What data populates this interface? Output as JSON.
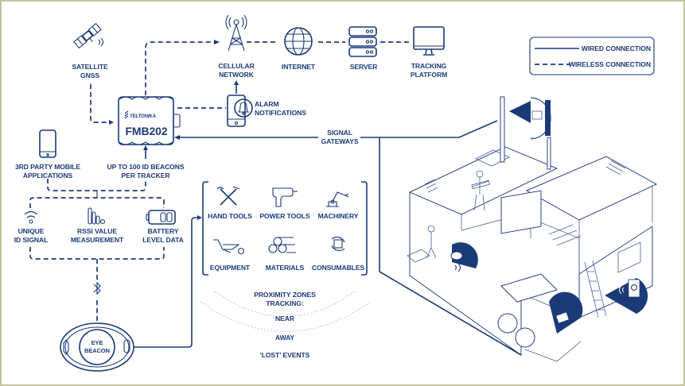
{
  "diagram": {
    "colors": {
      "primary": "#1b3a78",
      "frame": "#c5c39a",
      "dots": "#9aa3b8"
    },
    "legend": {
      "wired_label": "WIRED CONNECTION",
      "wireless_label": "WIRELESS CONNECTION"
    },
    "nodes": {
      "satellite": {
        "line1": "SATELLITE",
        "line2": "GNSS",
        "icon": "satellite-icon"
      },
      "cellular": {
        "line1": "CELLULAR",
        "line2": "NETWORK",
        "icon": "cell-tower-icon"
      },
      "internet": {
        "line1": "INTERNET",
        "icon": "globe-icon"
      },
      "server": {
        "line1": "SERVER",
        "icon": "server-icon"
      },
      "tracking": {
        "line1": "TRACKING",
        "line2": "PLATFORM",
        "icon": "monitor-icon"
      },
      "alarm": {
        "line1": "ALARM",
        "line2": "NOTIFICATIONS",
        "icon": "bell-phone-icon"
      },
      "tracker": {
        "brand": "TELTONIKA",
        "model": "FMB202"
      },
      "gateways": {
        "line1": "SIGNAL",
        "line2": "GATEWAYS"
      },
      "mobile_apps": {
        "line1": "3RD PARTY MOBILE",
        "line2": "APPLICATIONS",
        "icon": "smartphone-icon"
      },
      "beacons_limit": {
        "line1": "UP TO 100 ID BEACONS",
        "line2": "PER TRACKER"
      },
      "unique_id": {
        "line1": "UNIQUE",
        "line2": "ID SIGNAL",
        "icon": "wifi-signal-icon"
      },
      "rssi": {
        "line1": "RSSI VALUE",
        "line2": "MEASUREMENT",
        "icon": "bars-icon"
      },
      "battery": {
        "line1": "BATTERY",
        "line2": "LEVEL DATA",
        "icon": "battery-icon"
      },
      "beacon": {
        "line1": "EYE",
        "line2": "BEACON"
      }
    },
    "assets": [
      {
        "label": "HAND TOOLS",
        "icon": "hand-tools-icon"
      },
      {
        "label": "POWER TOOLS",
        "icon": "drill-icon"
      },
      {
        "label": "MACHINERY",
        "icon": "robot-arm-icon"
      },
      {
        "label": "EQUIPMENT",
        "icon": "wheelbarrow-icon"
      },
      {
        "label": "MATERIALS",
        "icon": "pipes-icon"
      },
      {
        "label": "CONSUMABLES",
        "icon": "box-cycle-icon"
      }
    ],
    "proximity": {
      "title1": "PROXIMITY ZONES",
      "title2": "TRACKING:",
      "near": "NEAR",
      "away": "AWAY",
      "lost": "'LOST' EVENTS"
    }
  }
}
